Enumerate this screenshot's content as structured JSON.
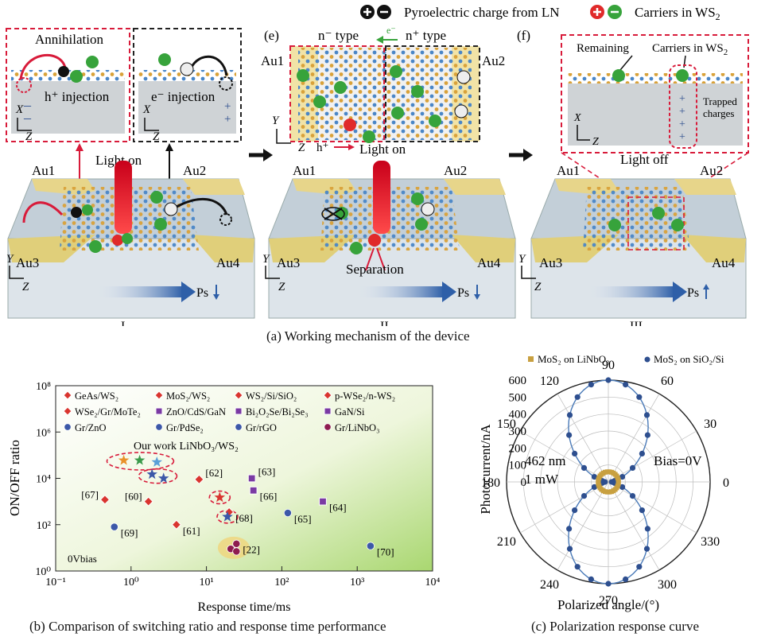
{
  "legend_top": {
    "pyro_label": "Pyroelectric charge from LN",
    "carrier_label": "Carriers in WS",
    "carrier_sub": "2"
  },
  "panel_a": {
    "caption": "(a) Working mechanism of the device",
    "stage_labels": [
      "I",
      "II",
      "III"
    ],
    "e_label": "(e)",
    "f_label": "(f)",
    "annihilation": "Annihilation",
    "h_inj": "h⁺ injection",
    "e_inj": "e⁻ injection",
    "light_on": "Light on",
    "light_off": "Light off",
    "n_minus": "n⁻ type",
    "n_plus": "n⁺ type",
    "separation": "Separation",
    "remaining": "Remaining",
    "carriers_ws2": "Carriers in WS",
    "trapped": "Trapped",
    "charges": "charges",
    "au1": "Au1",
    "au2": "Au2",
    "au3": "Au3",
    "au4": "Au4",
    "ps": "Ps",
    "axis_x": "X",
    "axis_y": "Y",
    "axis_z": "Z",
    "e_minus": "e⁻",
    "h_plus": "h⁺"
  },
  "panel_b": {
    "caption": "(b) Comparison of switching ratio and response time performance",
    "bias_note": "0Vbias",
    "our_work": "Our work LiNbO₃/WS₂",
    "legend": [
      {
        "label": "GeAs/WS₂",
        "color": "#d9352f",
        "icon": "diamond-icon"
      },
      {
        "label": "MoS₂/WS₂",
        "color": "#d9352f",
        "icon": "diamond-icon"
      },
      {
        "label": "WS₂/Si/SiO₂",
        "color": "#d9352f",
        "icon": "diamond-icon"
      },
      {
        "label": "p-WSe₂/n-WS₂",
        "color": "#d9352f",
        "icon": "diamond-icon"
      },
      {
        "label": "WSe₂/Gr/MoTe₂",
        "color": "#d9352f",
        "icon": "diamond-icon"
      },
      {
        "label": "ZnO/CdS/GaN",
        "color": "#7a3aa3",
        "icon": "square-icon"
      },
      {
        "label": "Bi₂O₂Se/Bi₂Se₃",
        "color": "#7a3aa3",
        "icon": "square-icon"
      },
      {
        "label": "GaN/Si",
        "color": "#7a3aa3",
        "icon": "square-icon"
      },
      {
        "label": "Gr/ZnO",
        "color": "#3c58a8",
        "icon": "circle-icon"
      },
      {
        "label": "Gr/PdSe₂",
        "color": "#3c58a8",
        "icon": "circle-icon"
      },
      {
        "label": "Gr/rGO",
        "color": "#3c58a8",
        "icon": "circle-icon"
      },
      {
        "label": "Gr/LiNbO₃",
        "color": "#8e1c4f",
        "icon": "circle-icon"
      }
    ]
  },
  "panel_c": {
    "caption": "(c) Polarization response curve",
    "legend": [
      {
        "label": "MoS₂ on LiNbO₃",
        "color": "#c8a040"
      },
      {
        "label": "MoS₂ on SiO₂/Si",
        "color": "#2e4f8f"
      }
    ],
    "wavelength": "462 nm",
    "power": "1 mW",
    "bias": "Bias=0V"
  },
  "chart_data": [
    {
      "type": "scatter",
      "xlabel": "Response time/ms",
      "ylabel": "ON/OFF ratio",
      "xscale": "log",
      "yscale": "log",
      "xlim": [
        0.1,
        10000
      ],
      "ylim": [
        1,
        100000000
      ],
      "x_ticks": [
        "10⁻¹",
        "10⁰",
        "10¹",
        "10²",
        "10³",
        "10⁴"
      ],
      "y_ticks": [
        "10⁰",
        "10²",
        "10⁴",
        "10⁶",
        "10⁸"
      ],
      "grid": false,
      "points": [
        {
          "x": 0.8,
          "y": 60000,
          "color": "#e8912a",
          "shape": "star",
          "label": ""
        },
        {
          "x": 1.3,
          "y": 60000,
          "color": "#3a9a4a",
          "shape": "star",
          "label": ""
        },
        {
          "x": 2.2,
          "y": 50000,
          "color": "#5aa0d8",
          "shape": "star",
          "label": ""
        },
        {
          "x": 1.9,
          "y": 15000,
          "color": "#3c58a8",
          "shape": "star",
          "label": ""
        },
        {
          "x": 2.7,
          "y": 10000,
          "color": "#3c58a8",
          "shape": "star",
          "label": ""
        },
        {
          "x": 0.45,
          "y": 1200,
          "color": "#d9352f",
          "shape": "diamond",
          "label": "[67]"
        },
        {
          "x": 1.7,
          "y": 1000,
          "color": "#d9352f",
          "shape": "diamond",
          "label": "[60]"
        },
        {
          "x": 8,
          "y": 9000,
          "color": "#d9352f",
          "shape": "diamond",
          "label": "[62]"
        },
        {
          "x": 4,
          "y": 100,
          "color": "#d9352f",
          "shape": "diamond",
          "label": "[61]"
        },
        {
          "x": 15,
          "y": 1500,
          "color": "#d9352f",
          "shape": "star",
          "label": ""
        },
        {
          "x": 20,
          "y": 350,
          "color": "#d9352f",
          "shape": "diamond",
          "label": "[68]"
        },
        {
          "x": 19,
          "y": 220,
          "color": "#3c58a8",
          "shape": "star",
          "label": ""
        },
        {
          "x": 40,
          "y": 10000,
          "color": "#7a3aa3",
          "shape": "square",
          "label": "[63]"
        },
        {
          "x": 42,
          "y": 3000,
          "color": "#7a3aa3",
          "shape": "square",
          "label": "[66]"
        },
        {
          "x": 350,
          "y": 1000,
          "color": "#7a3aa3",
          "shape": "square",
          "label": "[64]"
        },
        {
          "x": 120,
          "y": 320,
          "color": "#3c58a8",
          "shape": "circle",
          "label": "[65]"
        },
        {
          "x": 0.6,
          "y": 80,
          "color": "#3c58a8",
          "shape": "circle",
          "label": "[69]"
        },
        {
          "x": 1500,
          "y": 12,
          "color": "#3c58a8",
          "shape": "circle",
          "label": "[70]"
        },
        {
          "x": 25,
          "y": 15,
          "color": "#8e1c4f",
          "shape": "circle",
          "label": "[22]"
        },
        {
          "x": 21,
          "y": 9,
          "color": "#8e1c4f",
          "shape": "circle",
          "label": ""
        },
        {
          "x": 25,
          "y": 7,
          "color": "#8e1c4f",
          "shape": "circle",
          "label": ""
        }
      ]
    },
    {
      "type": "polar",
      "xlabel": "Polarized angle/(°)",
      "ylabel": "Photocurrent/nA",
      "rlim": [
        0,
        600
      ],
      "r_ticks": [
        "0",
        "100",
        "200",
        "300",
        "400",
        "500",
        "600"
      ],
      "angle_ticks": [
        "0",
        "30",
        "60",
        "90",
        "120",
        "150",
        "180",
        "210",
        "240",
        "270",
        "300",
        "330"
      ],
      "series": [
        {
          "name": "MoS₂ on LiNbO₃",
          "color": "#c8a040",
          "model": "circle",
          "r": 60
        },
        {
          "name": "MoS₂ on SiO₂/Si",
          "color": "#2e4f8f",
          "model": "lobe",
          "rmax": 600,
          "rmin": 20
        }
      ]
    }
  ]
}
